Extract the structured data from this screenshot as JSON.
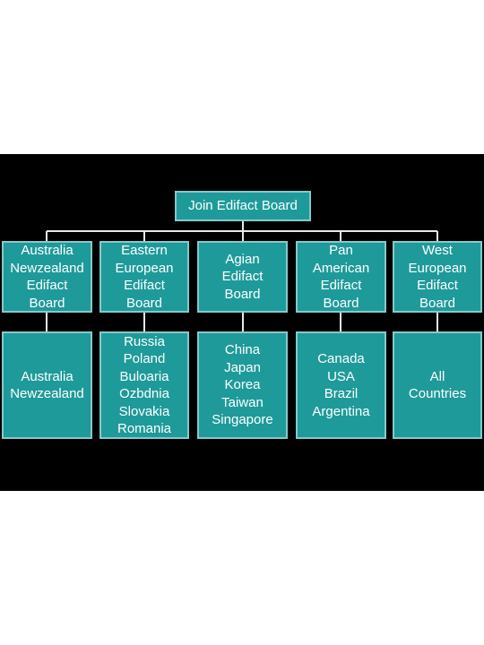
{
  "root": {
    "lines": [
      "Join Edifact Board"
    ]
  },
  "boards": [
    {
      "lines": [
        "Australia",
        "Newzealand",
        "Edifact",
        "Board"
      ]
    },
    {
      "lines": [
        "Eastern",
        "European",
        "Edifact",
        "Board"
      ]
    },
    {
      "lines": [
        "Agian",
        "Edifact",
        "Board"
      ]
    },
    {
      "lines": [
        "Pan",
        "American",
        "Edifact",
        "Board"
      ]
    },
    {
      "lines": [
        "West",
        "European",
        "Edifact",
        "Board"
      ]
    }
  ],
  "countries": [
    {
      "lines": [
        "Australia",
        "Newzealand"
      ]
    },
    {
      "lines": [
        "Russia",
        "Poland",
        "Buloaria",
        "Ozbdnia",
        "Slovakia",
        "Romania"
      ]
    },
    {
      "lines": [
        "China",
        "Japan",
        "Korea",
        "Taiwan",
        "Singapore"
      ]
    },
    {
      "lines": [
        "Canada",
        "USA",
        "Brazil",
        "Argentina"
      ]
    },
    {
      "lines": [
        "All",
        "Countries"
      ]
    }
  ],
  "colors": {
    "background": "#000000",
    "box_fill": "#1f9a9a",
    "box_border": "#86c9c9",
    "connector": "#e8e8e8",
    "text": "#ffffff"
  }
}
